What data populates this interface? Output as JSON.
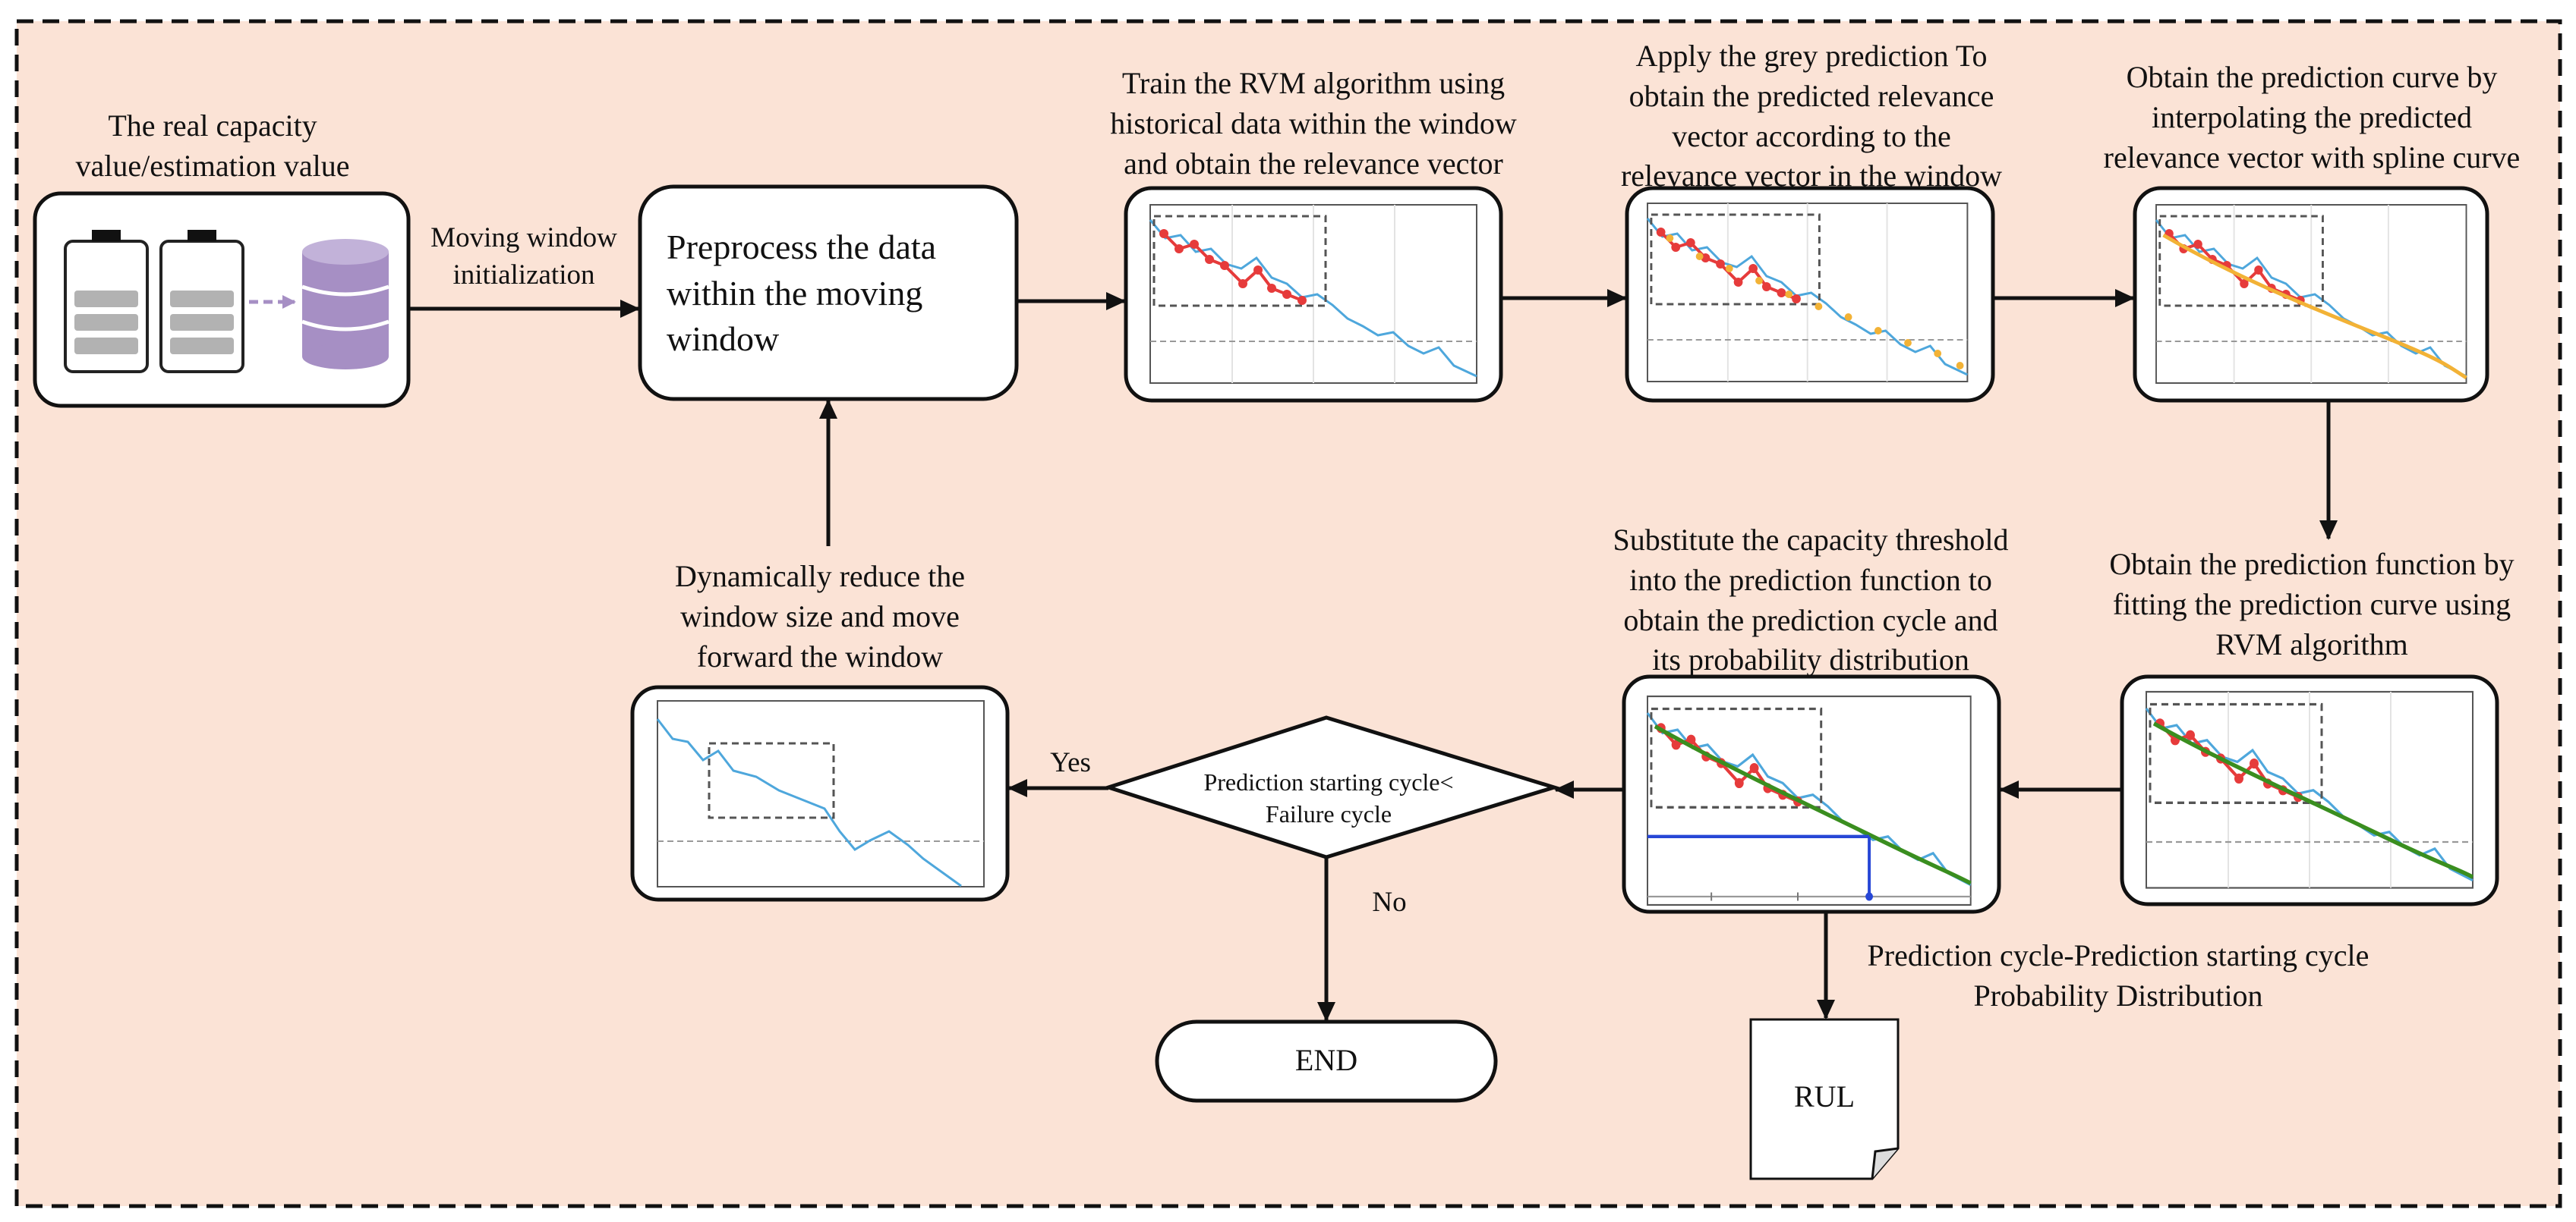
{
  "colors": {
    "background": "#FBE3D6",
    "red": "#E63B3B",
    "blue": "#4EA7DC",
    "orange": "#F2B236",
    "green": "#3A8E1F",
    "purple": "#A68FC4",
    "blueline": "#2747D6"
  },
  "labels": {
    "input_title": "The real capacity\nvalue/estimation value",
    "moving_window": "Moving window\ninitialization",
    "preprocess": "Preprocess the data\nwithin the moving\nwindow",
    "train": "Train the RVM algorithm using\nhistorical data within the window\nand obtain the relevance vector",
    "grey": "Apply the grey prediction To\nobtain the predicted relevance\nvector according to the\nrelevance vector in the window",
    "spline": "Obtain the prediction curve by\ninterpolating the predicted\nrelevance vector with spline curve",
    "fit": "Obtain the prediction function by\nfitting the prediction curve using\nRVM algorithm",
    "substitute": "Substitute the capacity threshold\ninto the prediction function to\nobtain the prediction cycle and\nits probability distribution",
    "dynamic": "Dynamically reduce the\nwindow size and move\nforward the window",
    "decision": "Prediction starting cycle<\nFailure cycle",
    "yes": "Yes",
    "no": "No",
    "end": "END",
    "rul_caption": "Prediction cycle-Prediction starting cycle\nProbability Distribution",
    "rul": "RUL"
  },
  "icons": [
    "battery-icon",
    "database-icon"
  ]
}
